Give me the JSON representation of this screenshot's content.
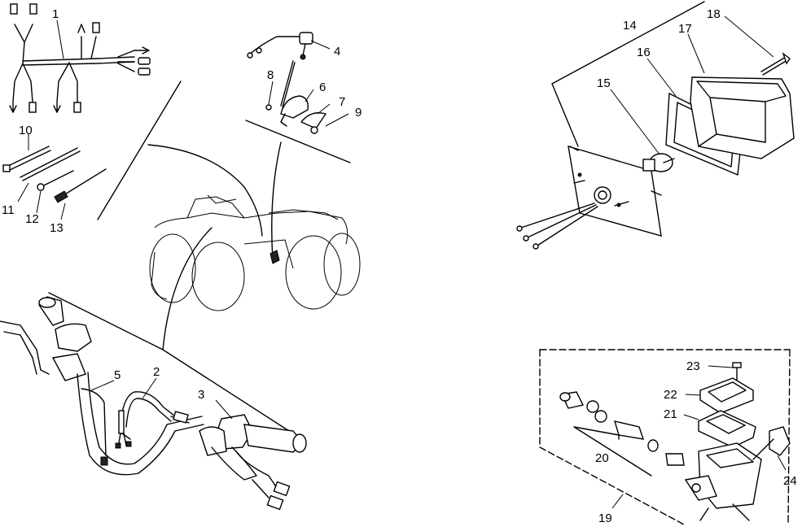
{
  "labels": {
    "p1": "1",
    "p2": "2",
    "p3": "3",
    "p4": "4",
    "p5": "5",
    "p6": "6",
    "p7": "7",
    "p8": "8",
    "p9": "9",
    "p10": "10",
    "p11": "11",
    "p12": "12",
    "p13": "13",
    "p14": "14",
    "p15": "15",
    "p16": "16",
    "p17": "17",
    "p18": "18",
    "p19": "19",
    "p20": "20",
    "p21": "21",
    "p22": "22",
    "p23": "23",
    "p24": "24"
  },
  "colors": {
    "ink": "#000000",
    "paper": "#ffffff"
  }
}
